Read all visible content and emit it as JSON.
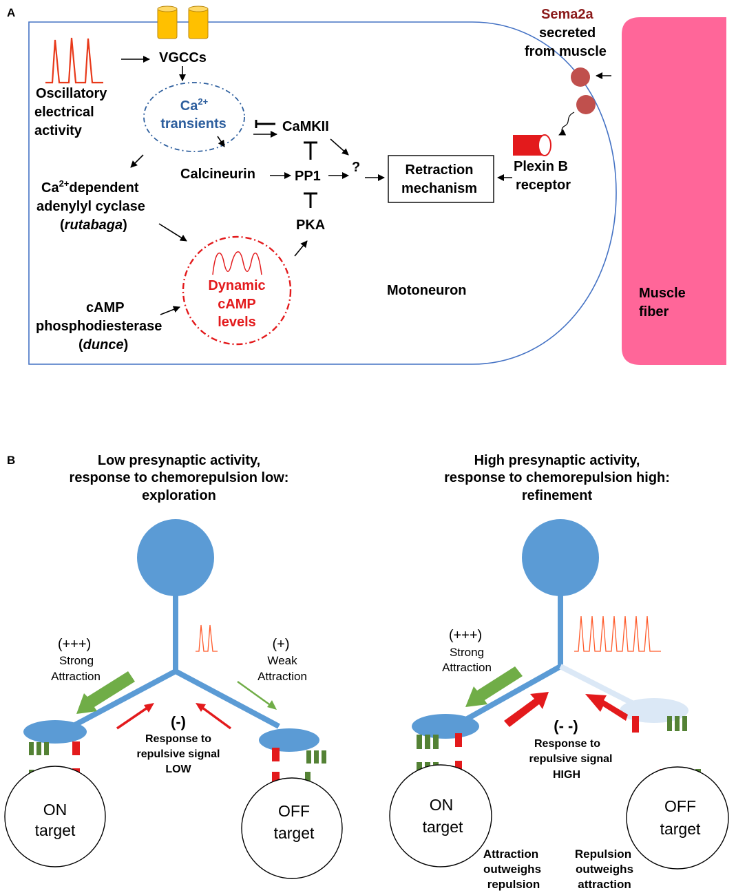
{
  "panel_a": {
    "letter": "A",
    "vgccs": "VGCCs",
    "oscillatory": [
      "Oscillatory",
      "electrical",
      "activity"
    ],
    "ca_transients": {
      "base": "Ca",
      "sup": "2+",
      "line2": "transients"
    },
    "camkii": "CaMKII",
    "calcineurin": "Calcineurin",
    "pp1": "PP1",
    "pka": "PKA",
    "question": "?",
    "retraction": [
      "Retraction",
      "mechanism"
    ],
    "plexin": [
      "Plexin B",
      "receptor"
    ],
    "sema2a": "Sema2a",
    "secreted": [
      "secreted",
      "from muscle"
    ],
    "adenylyl": {
      "base": "Ca",
      "sup": "2+",
      "rest": "dependent",
      "line2": "adenylyl cyclase",
      "line3": "rutabaga"
    },
    "dynamic": [
      "Dynamic",
      "cAMP",
      "levels"
    ],
    "pde": {
      "line1": "cAMP",
      "line2": "phosphodiesterase",
      "line3": "dunce"
    },
    "motoneuron": "Motoneuron",
    "muscle": [
      "Muscle",
      "fiber"
    ],
    "colors": {
      "cell_border": "#4472c4",
      "muscle": "#ff6699",
      "channel": "#ffc000",
      "red": "#e31a1c",
      "ca_blue": "#2e5f9e",
      "sema_dark": "#8b1a1a",
      "sema_dot": "#c0504d"
    }
  },
  "panel_b": {
    "letter": "B",
    "left_title": [
      "Low presynaptic activity,",
      "response to chemorepulsion low:",
      "exploration"
    ],
    "right_title": [
      "High presynaptic activity,",
      "response to chemorepulsion high:",
      "refinement"
    ],
    "left": {
      "strong_sym": "(+++)",
      "strong_label": [
        "Strong",
        "Attraction"
      ],
      "weak_sym": "(+)",
      "weak_label": [
        "Weak",
        "Attraction"
      ],
      "rep_sym": "(-)",
      "rep_label": [
        "Response  to",
        "repulsive signal",
        "LOW"
      ],
      "on_target": [
        "ON",
        "target"
      ],
      "off_target": [
        "OFF",
        "target"
      ]
    },
    "right": {
      "strong_sym": "(+++)",
      "strong_label": [
        "Strong",
        "Attraction"
      ],
      "rep_sym": "(- -)",
      "rep_label": [
        "Response  to",
        "repulsive signal",
        "HIGH"
      ],
      "on_target": [
        "ON",
        "target"
      ],
      "off_target": [
        "OFF",
        "target"
      ],
      "attraction_note": [
        "Attraction",
        "outweighs",
        "repulsion"
      ],
      "repulsion_note": [
        "Repulsion",
        "outweighs",
        "attraction"
      ]
    },
    "colors": {
      "neuron": "#5b9bd5",
      "neuron_faded": "#dbe8f6",
      "green": "#548235",
      "red": "#e31a1c",
      "arrow_green": "#70ad47",
      "spike": "#ff5a2a"
    }
  }
}
